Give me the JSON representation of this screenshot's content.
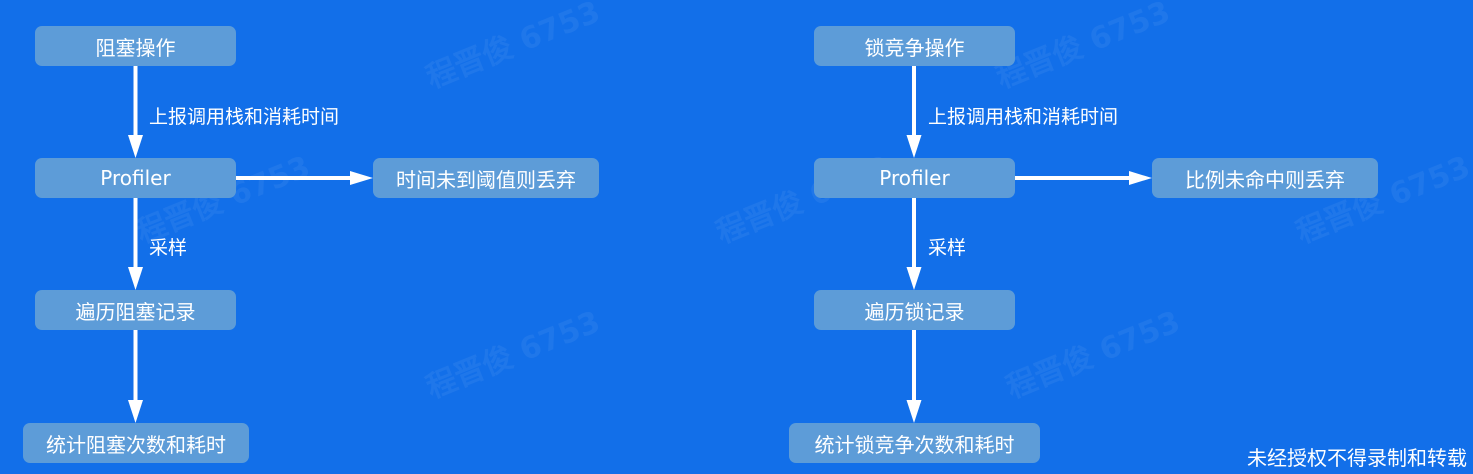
{
  "left_flow": {
    "nodes": {
      "start": "阻塞操作",
      "profiler": "Profiler",
      "discard": "时间未到阈值则丢弃",
      "traverse": "遍历阻塞记录",
      "stats": "统计阻塞次数和耗时"
    },
    "edges": {
      "report": "上报调用栈和消耗时间",
      "sample": "采样"
    }
  },
  "right_flow": {
    "nodes": {
      "start": "锁竞争操作",
      "profiler": "Profiler",
      "discard": "比例未命中则丢弃",
      "traverse": "遍历锁记录",
      "stats": "统计锁竞争次数和耗时"
    },
    "edges": {
      "report": "上报调用栈和消耗时间",
      "sample": "采样"
    }
  },
  "watermark": "程晋俊 6753",
  "footer": "未经授权不得录制和转载",
  "colors": {
    "background": "#126fe9",
    "node_fill": "#5d9cd8",
    "arrow": "#ffffff"
  }
}
